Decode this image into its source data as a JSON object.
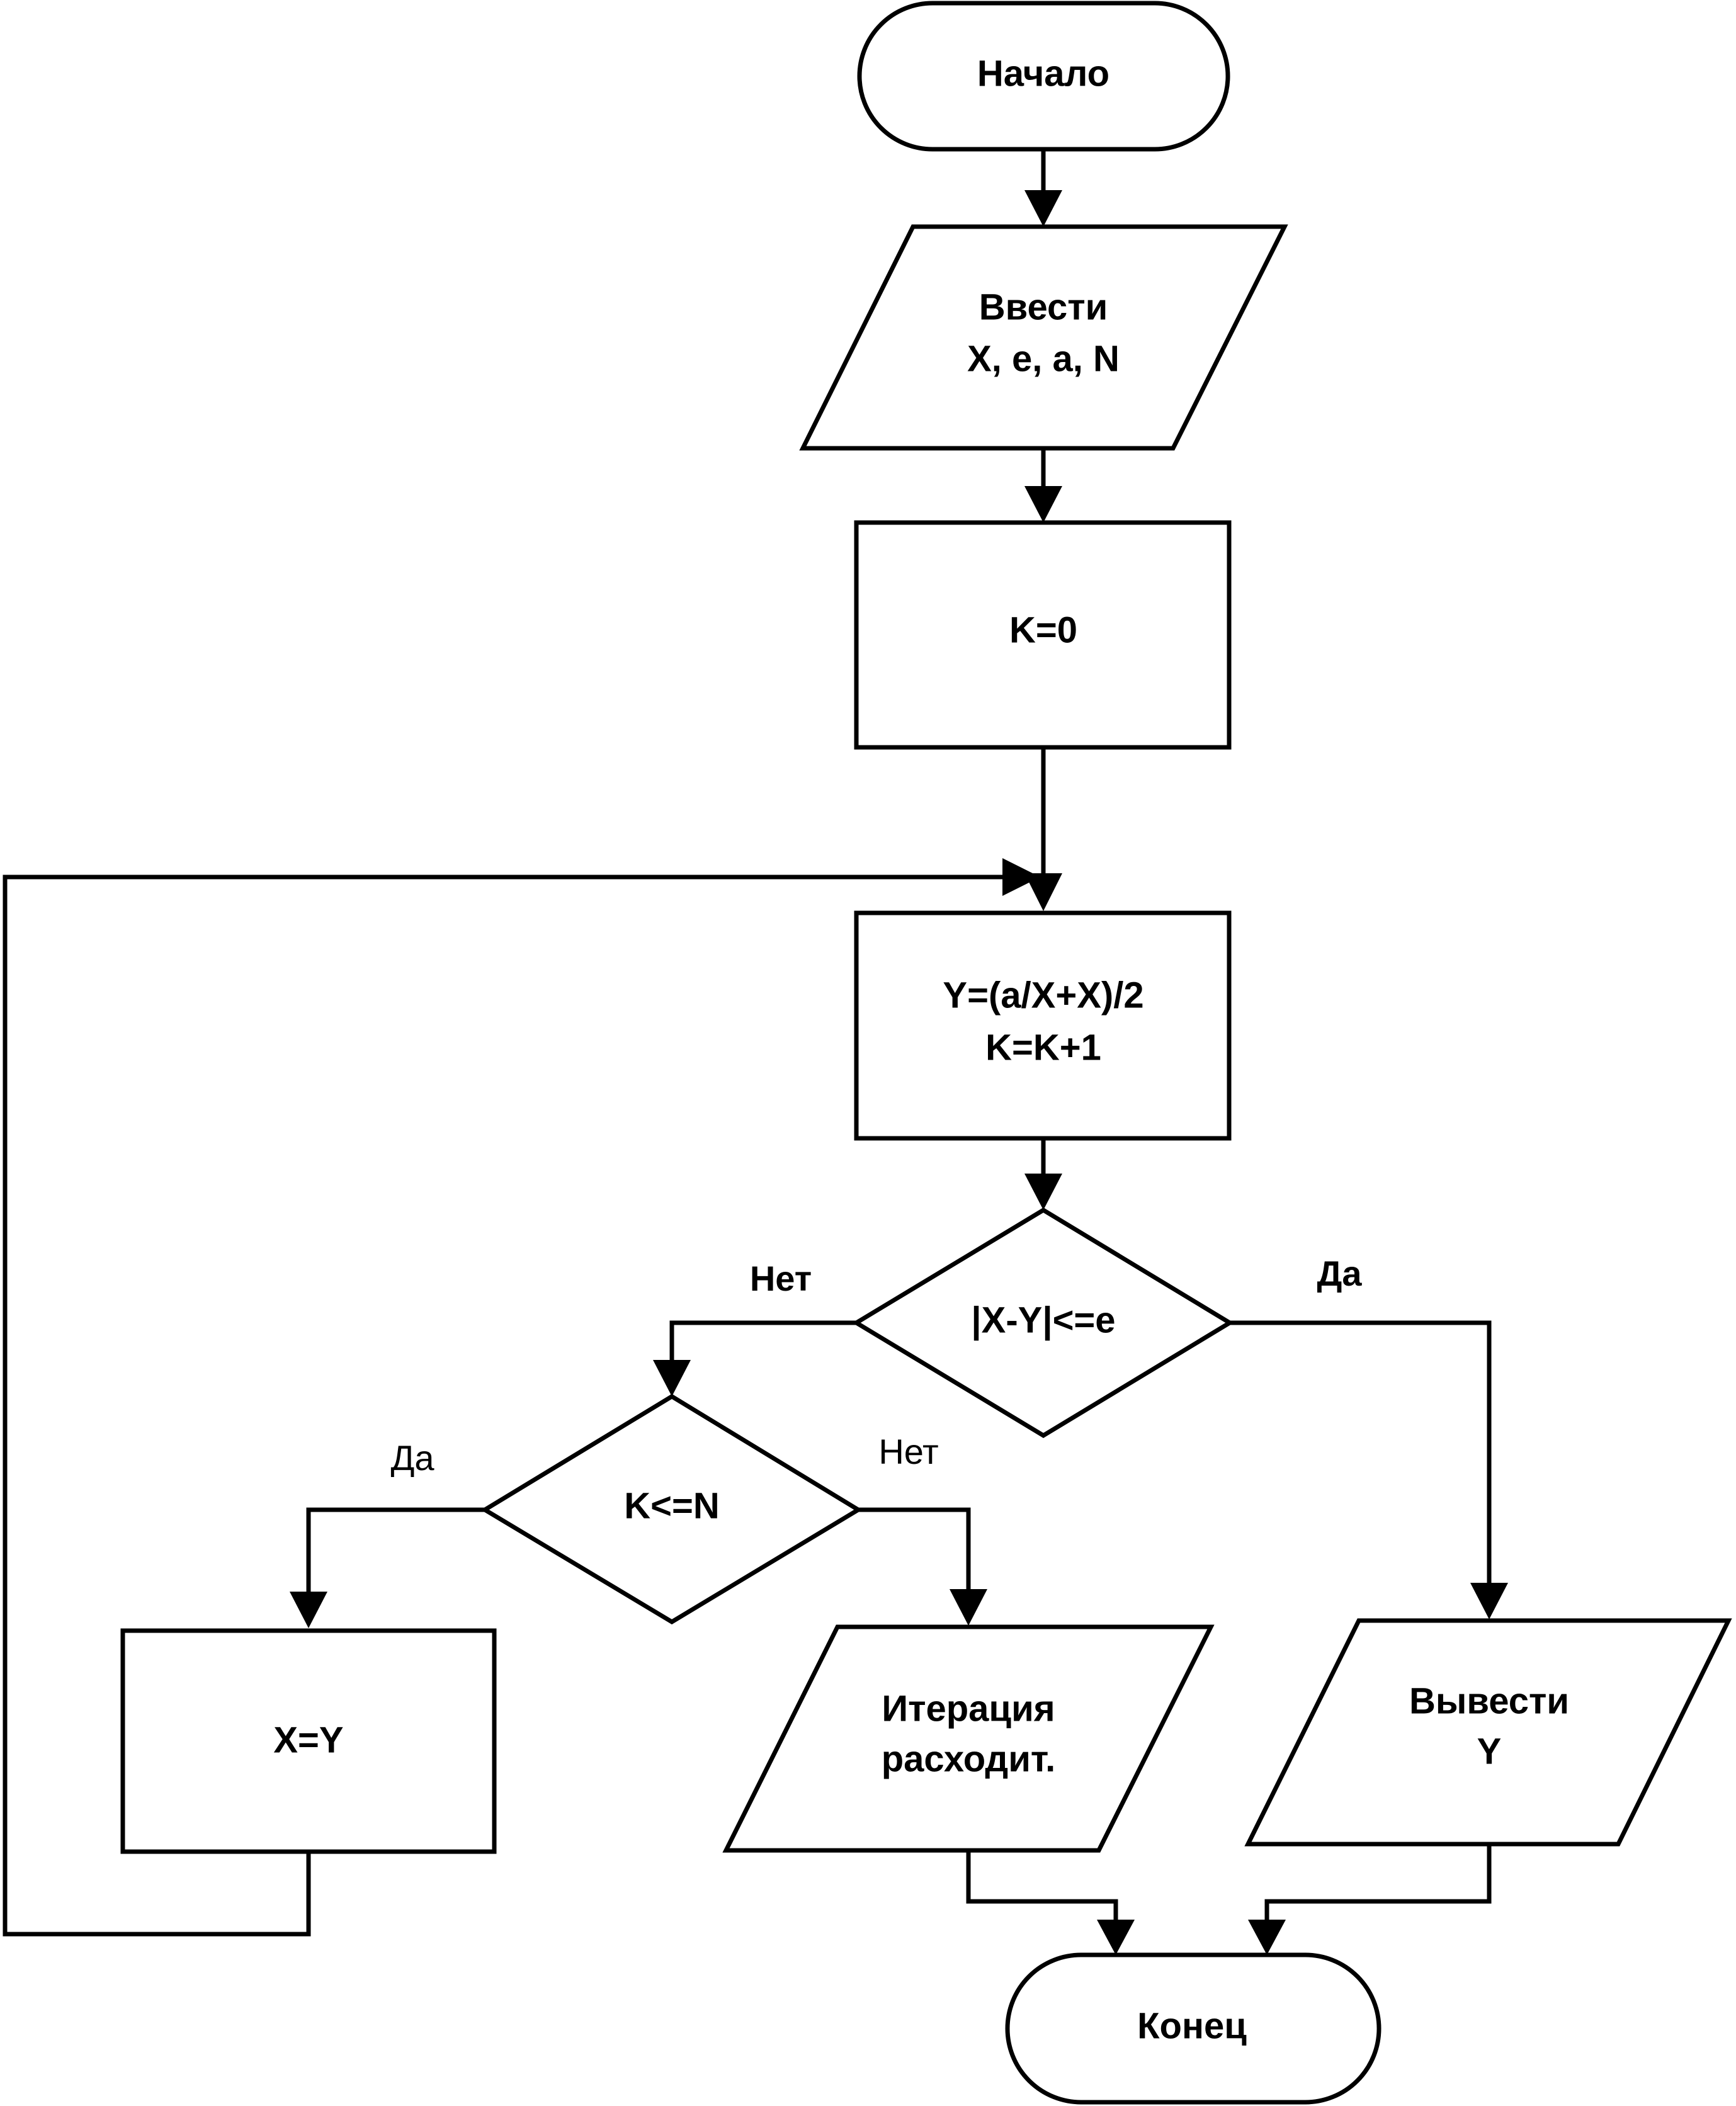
{
  "nodes": {
    "start": {
      "text": "Начало"
    },
    "input": {
      "line1": "Ввести",
      "line2": "X, e, a, N"
    },
    "init_k": {
      "text": "K=0"
    },
    "compute": {
      "line1": "Y=(a/X+X)/2",
      "line2": "K=K+1"
    },
    "check_convergence": {
      "text": "|X-Y|<=e"
    },
    "check_iterations": {
      "text": "K<=N"
    },
    "assign_x": {
      "text": "X=Y"
    },
    "diverges_output": {
      "line1": "Итерация",
      "line2": "расходит."
    },
    "output_y": {
      "line1": "Вывести",
      "line2": "Y"
    },
    "end": {
      "text": "Конец"
    }
  },
  "edge_labels": {
    "convergence_no": "Нет",
    "convergence_yes": "Да",
    "iterations_yes": "Да",
    "iterations_no": "Нет"
  }
}
